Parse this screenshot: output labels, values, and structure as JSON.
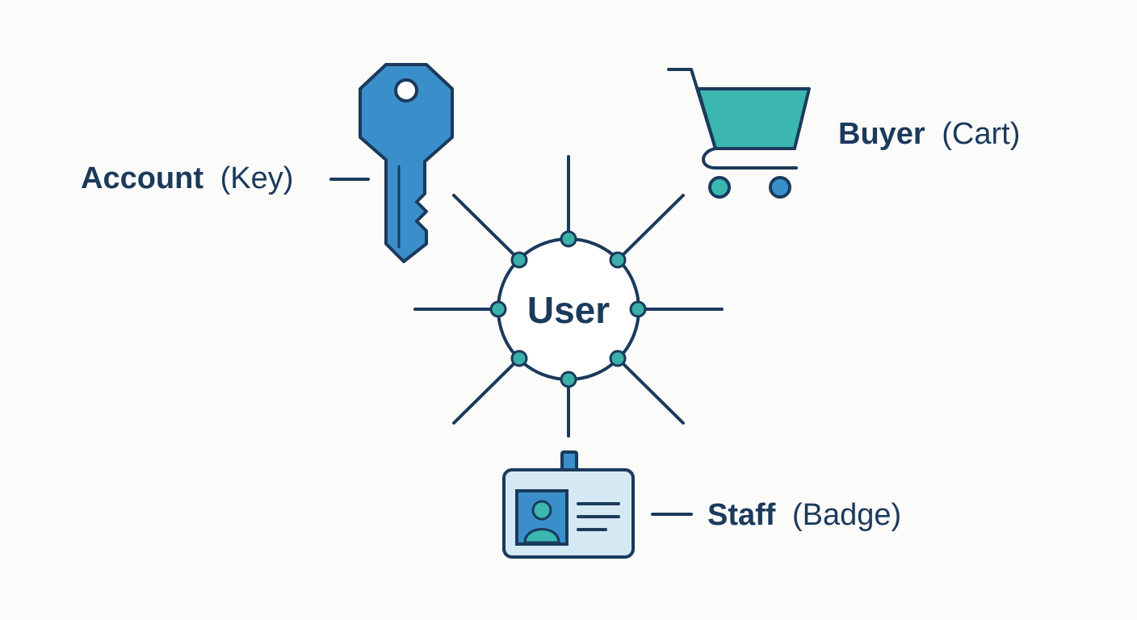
{
  "center": {
    "label": "User"
  },
  "roles": [
    {
      "name": "Account",
      "symbol": "(Key)",
      "icon": "key-icon"
    },
    {
      "name": "Buyer",
      "symbol": "(Cart)",
      "icon": "shopping-cart-icon"
    },
    {
      "name": "Staff",
      "symbol": "(Badge)",
      "icon": "id-badge-icon"
    }
  ],
  "colors": {
    "background": "#fbfbf9",
    "outline": "#1b3a5c",
    "key_fill": "#3a8fcb",
    "cart_fill": "#3bb6b0",
    "node_fill": "#3bb0a8",
    "badge_fill": "#d5e9f5",
    "badge_photo": "#3a8fcb",
    "badge_person": "#3bb6b0"
  }
}
